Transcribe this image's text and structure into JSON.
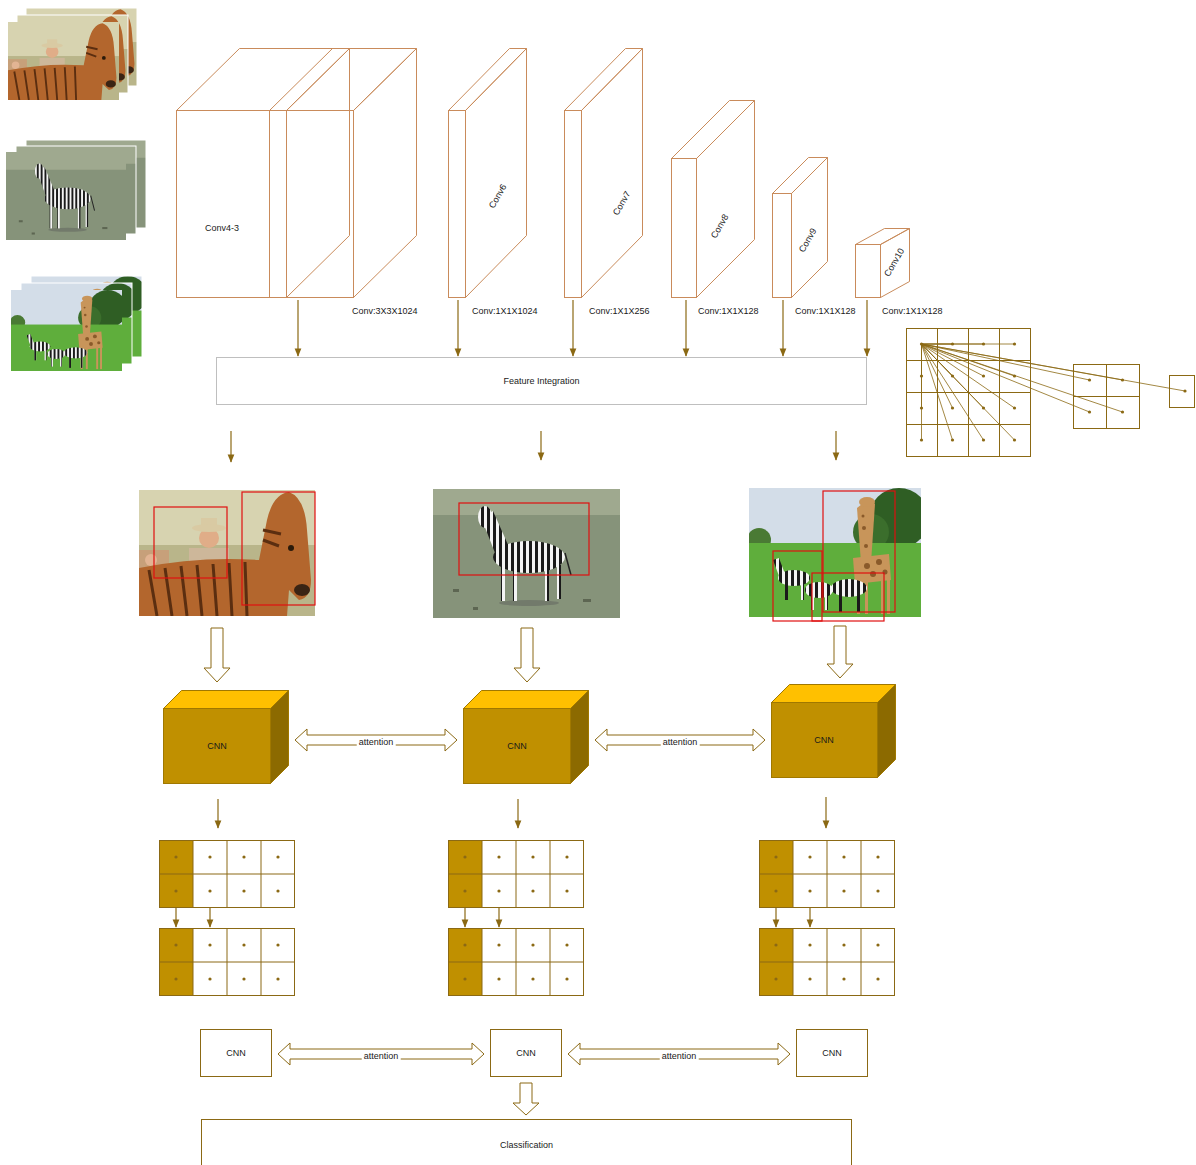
{
  "diagram": {
    "nodes": [
      {
        "text": [
          "Conv4-3"
        ]
      },
      {
        "text": [
          "Conv6"
        ]
      },
      {
        "text": [
          "Conv7"
        ]
      },
      {
        "text": [
          "Conv8"
        ]
      },
      {
        "text": [
          "Conv9"
        ]
      },
      {
        "text": [
          "Conv10"
        ]
      },
      {
        "text": [
          "Feature Integration"
        ]
      },
      {
        "text": [
          "CNN"
        ]
      },
      {
        "text": [
          "CNN"
        ]
      },
      {
        "text": [
          "CNN"
        ]
      },
      {
        "text": [
          "CNN"
        ]
      },
      {
        "text": [
          "CNN"
        ]
      },
      {
        "text": [
          "CNN"
        ]
      },
      {
        "text": [
          "Classification"
        ]
      }
    ],
    "edges": [
      {
        "from": 0,
        "to": 6,
        "arrow": "to"
      },
      {
        "from": 1,
        "to": 6,
        "arrow": "to"
      },
      {
        "from": 2,
        "to": 6,
        "arrow": "to"
      },
      {
        "from": 3,
        "to": 6,
        "arrow": "to"
      },
      {
        "from": 4,
        "to": 6,
        "arrow": "to"
      },
      {
        "from": 5,
        "to": 6,
        "arrow": "to"
      },
      {
        "from": 7,
        "to": 8,
        "label": "attention",
        "arrow": "both"
      },
      {
        "from": 8,
        "to": 9,
        "label": "attention",
        "arrow": "both"
      },
      {
        "from": 10,
        "to": 11,
        "label": "attention",
        "arrow": "both"
      },
      {
        "from": 11,
        "to": 12,
        "label": "attention",
        "arrow": "both"
      },
      {
        "from": 11,
        "to": 13,
        "arrow": "to"
      }
    ],
    "labels": [
      "Conv:3X3X1024",
      "Conv:1X1X1024",
      "Conv:1X1X256",
      "Conv:1X1X128",
      "Conv:1X1X128",
      "Conv:1X1X128"
    ]
  }
}
